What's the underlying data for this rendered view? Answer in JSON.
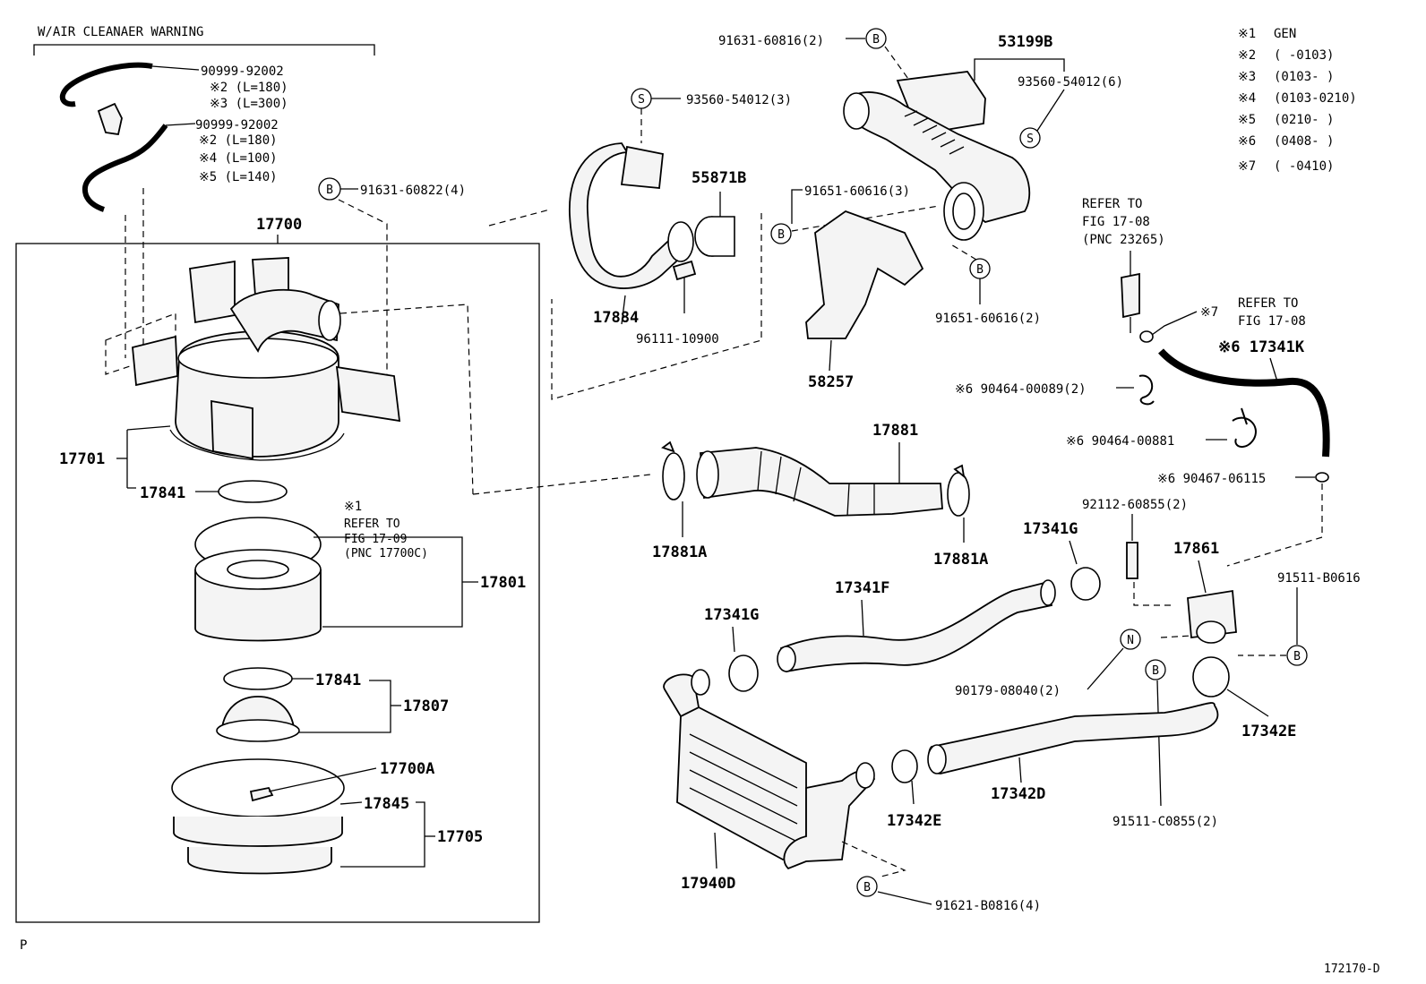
{
  "header": {
    "warning_group_label": "W/AIR CLEANAER WARNING",
    "page_marker": "P",
    "figure_id": "172170-D"
  },
  "legend": [
    {
      "mark": "※1",
      "text": "GEN"
    },
    {
      "mark": "※2",
      "text": "(      -0103)"
    },
    {
      "mark": "※3",
      "text": "(0103-       )"
    },
    {
      "mark": "※4",
      "text": "(0103-0210)"
    },
    {
      "mark": "※5",
      "text": "(0210-       )"
    },
    {
      "mark": "※6",
      "text": "(0408-      )"
    },
    {
      "mark": "※7",
      "text": "(      -0410)"
    }
  ],
  "symbols": {
    "B": "B",
    "S": "S",
    "N": "N"
  },
  "references": {
    "ref_23265": [
      "REFER TO",
      "FIG 17-08",
      "(PNC 23265)"
    ],
    "ref_1708": [
      "REFER TO",
      "FIG 17-08"
    ],
    "ref_1709": [
      "※1",
      "REFER TO",
      "FIG 17-09",
      "(PNC 17700C)"
    ]
  },
  "hoses": [
    {
      "number": "90999-92002",
      "notes": [
        "※2 (L=180)",
        "※3 (L=300)"
      ]
    },
    {
      "number": "90999-92002",
      "notes": [
        "※2 (L=180)",
        "※4 (L=100)",
        "※5 (L=140)"
      ]
    }
  ],
  "labels": {
    "p_91631_60822": "91631-60822(4)",
    "p_17700": "17700",
    "p_17701": "17701",
    "p_17841a": "17841",
    "p_17801": "17801",
    "p_17841b": "17841",
    "p_17807": "17807",
    "p_17700A": "17700A",
    "p_17845": "17845",
    "p_17705": "17705",
    "p_91631_60816": "91631-60816(2)",
    "p_53199B": "53199B",
    "p_93560_54012_6": "93560-54012(6)",
    "p_93560_54012_3": "93560-54012(3)",
    "p_55871B": "55871B",
    "p_91651_60616_3": "91651-60616(3)",
    "p_17884": "17884",
    "p_96111_10900": "96111-10900",
    "p_91651_60616_2": "91651-60616(2)",
    "p_58257": "58257",
    "p_17341K": "※6 17341K",
    "p_90464_00089": "※6 90464-00089(2)",
    "p_90464_00881": "※6 90464-00881",
    "p_90467_06115": "※6 90467-06115",
    "p_17881": "17881",
    "p_17881A_l": "17881A",
    "p_17881A_r": "17881A",
    "p_92112_60855": "92112-60855(2)",
    "p_17341G_r": "17341G",
    "p_17861": "17861",
    "p_91511_B0616": "91511-B0616",
    "p_17341F": "17341F",
    "p_17341G_l": "17341G",
    "p_90179_08040": "90179-08040(2)",
    "p_17342E_r": "17342E",
    "p_17342D": "17342D",
    "p_17342E_l": "17342E",
    "p_91511_C0855": "91511-C0855(2)",
    "p_17940D": "17940D",
    "p_91621_B0816": "91621-B0816(4)",
    "p_ref7_mark": "※7"
  }
}
